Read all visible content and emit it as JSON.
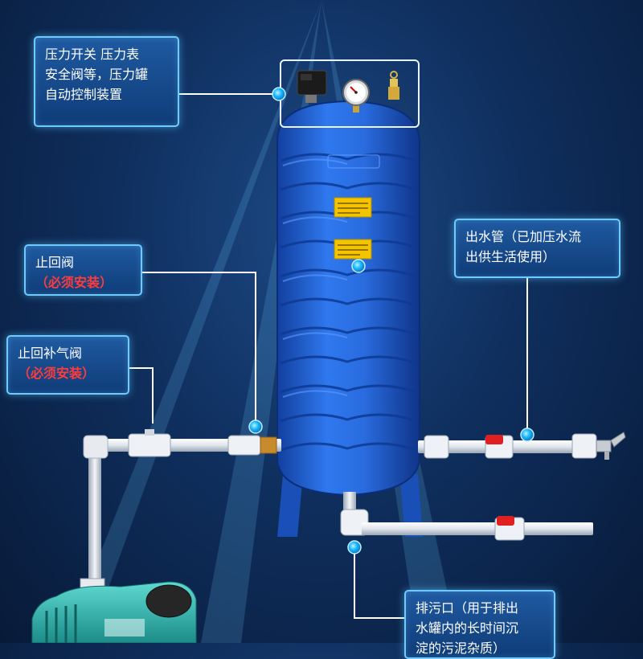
{
  "callouts": {
    "control": {
      "lines": [
        "压力开关 压力表",
        "安全阀等，压力罐",
        "自动控制装置"
      ]
    },
    "check_valve": {
      "title": "止回阀",
      "note": "（必须安装）"
    },
    "air_valve": {
      "title": "止回补气阀",
      "note": "（必须安装）"
    },
    "outlet": {
      "lines": [
        "出水管（已加压水流",
        "出供生活使用）"
      ]
    },
    "drain": {
      "lines": [
        "排污口（用于排出",
        "水罐内的长时间沉",
        "淀的污泥杂质）"
      ]
    }
  },
  "colors": {
    "tank": "#1d5fd6",
    "tank_dark": "#123f9e",
    "pipe": "#e9edf2",
    "valve_red": "#e02020",
    "accent": "#6ecbff",
    "dot": "#19b8ff",
    "pump": "#2bb7b0"
  },
  "icons": {
    "pressure_gauge": "pressure-gauge-icon",
    "pressure_switch": "pressure-switch-icon",
    "safety_valve": "safety-valve-icon"
  }
}
